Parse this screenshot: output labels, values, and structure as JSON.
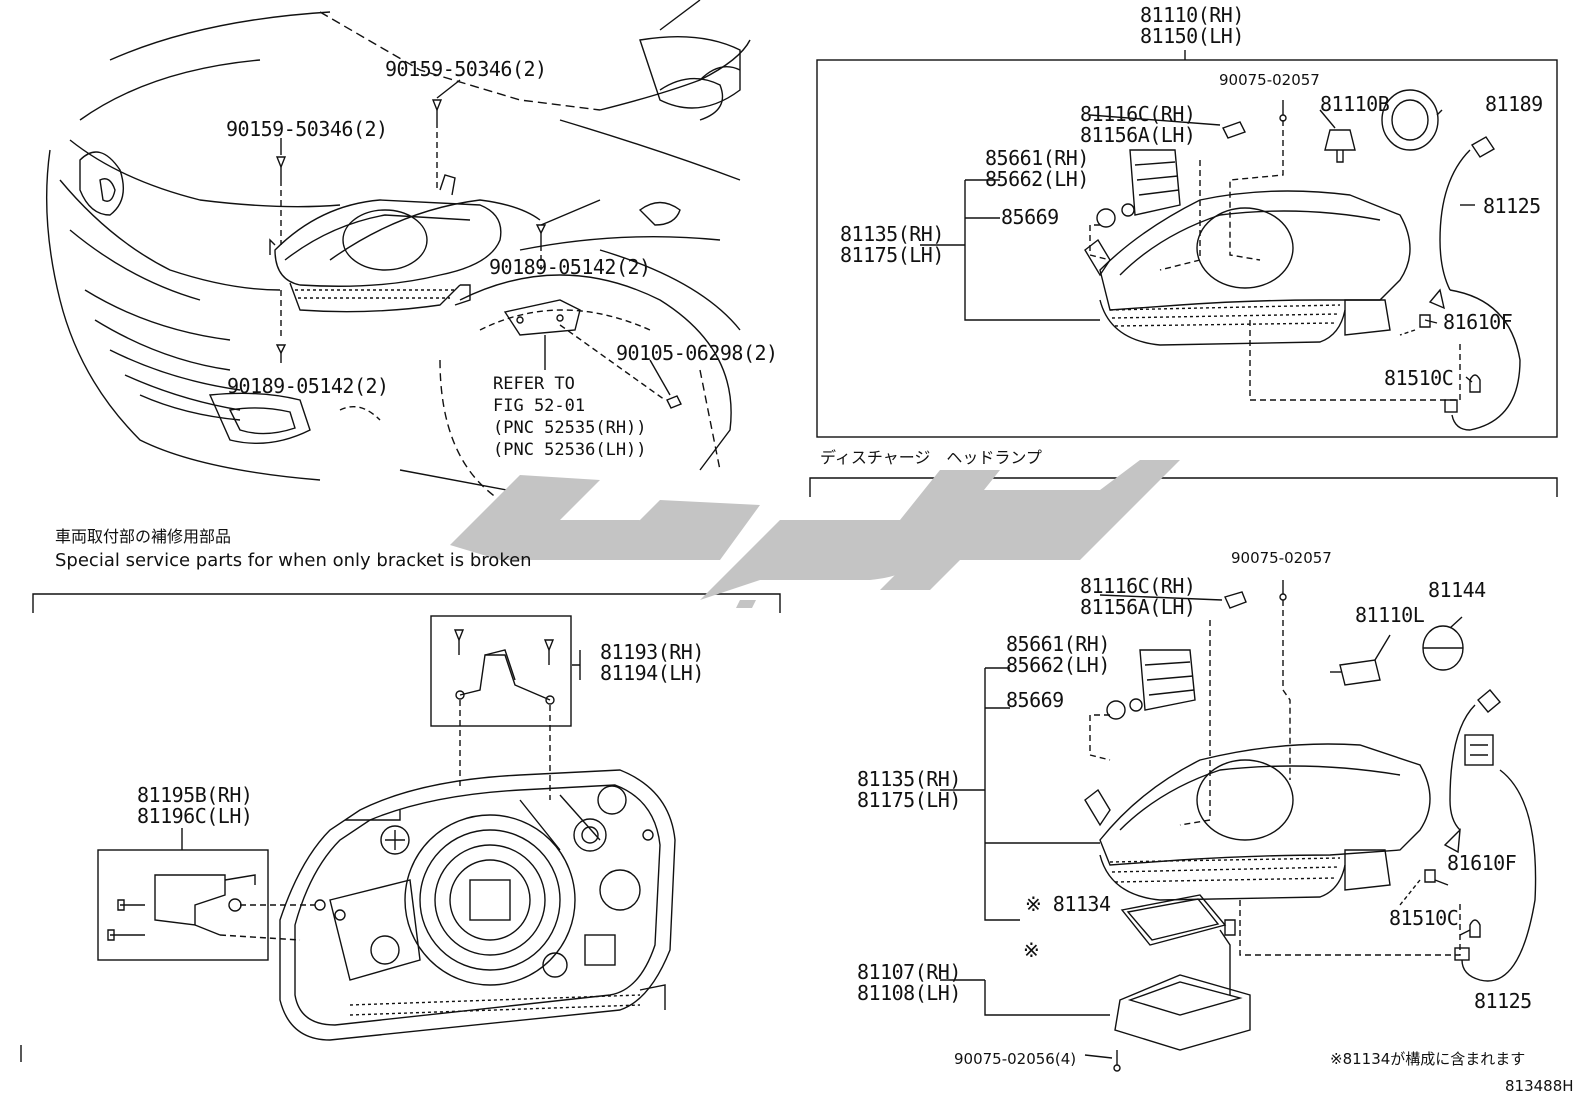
{
  "diagram_id": "813488H",
  "sections": {
    "discharge_header_jp": "ディスチャージ　ヘッドランプ",
    "bracket_repair_jp": "車両取付部の補修用部品",
    "bracket_repair_en": "Special service parts for when only bracket is broken",
    "footnote_jp": "※81134が構成に含まれます"
  },
  "vehicle_view": {
    "labels": {
      "screw_top_right": "90159-50346(2)",
      "screw_top_left": "90159-50346(2)",
      "clip_right": "90189-05142(2)",
      "clip_bottom": "90189-05142(2)",
      "bolt_right": "90105-06298(2)"
    },
    "refer": {
      "line1": "REFER TO",
      "line2": "FIG 52-01",
      "line3": "(PNC 52535(RH))",
      "line4": "(PNC 52536(LH))"
    }
  },
  "halogen_assembly": {
    "assy_rh": "81110(RH)",
    "assy_lh": "81150(LH)",
    "screw": "90075-02057",
    "adjuster_rh": "81116C(RH)",
    "adjuster_lh": "81156A(LH)",
    "bulb": "81110B",
    "cap": "81189",
    "motor_rh": "85661(RH)",
    "motor_lh": "85662(LH)",
    "oring": "85669",
    "harness": "81125",
    "housing_rh": "81135(RH)",
    "housing_lh": "81175(LH)",
    "socket": "81610F",
    "small_bulb": "81510C"
  },
  "discharge_assembly": {
    "screw": "90075-02057",
    "adjuster_rh": "81116C(RH)",
    "adjuster_lh": "81156A(LH)",
    "bulb": "81110L",
    "cap": "81144",
    "motor_rh": "85661(RH)",
    "motor_lh": "85662(LH)",
    "oring": "85669",
    "housing_rh": "81135(RH)",
    "housing_lh": "81175(LH)",
    "socket": "81610F",
    "small_bulb": "81510C",
    "gasket": "※ 81134",
    "ballast_mark": "※",
    "ballast_rh": "81107(RH)",
    "ballast_lh": "81108(LH)",
    "ballast_screw": "90075-02056(4)",
    "harness": "81125"
  },
  "bracket_kit": {
    "upper_rh": "81193(RH)",
    "upper_lh": "81194(LH)",
    "lower_rh": "81195B(RH)",
    "lower_lh": "81196C(LH)"
  }
}
